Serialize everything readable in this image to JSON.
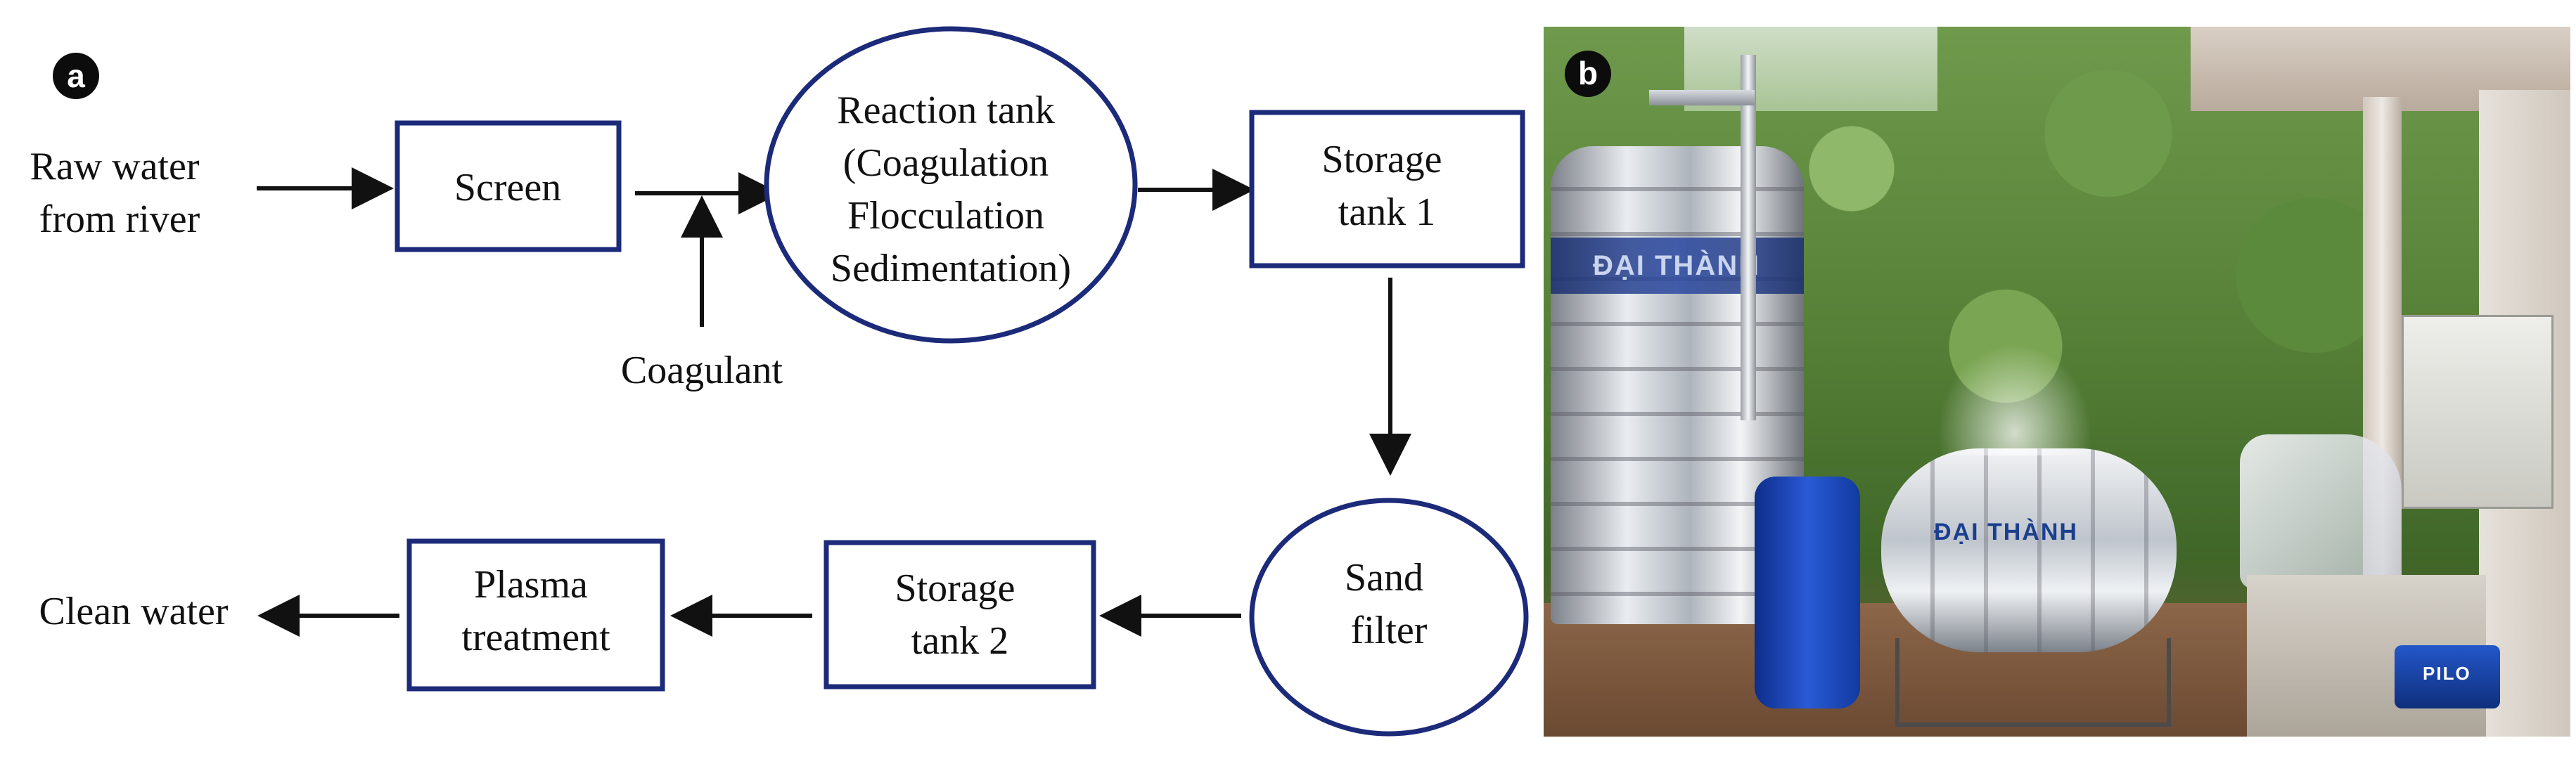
{
  "panel_a": {
    "letter": "a",
    "nodes": {
      "raw_water": [
        "Raw water",
        "from river"
      ],
      "screen": [
        "Screen"
      ],
      "reaction_tank": [
        "Reaction tank",
        "(Coagulation",
        "Flocculation",
        "Sedimentation)"
      ],
      "storage_tank_1": [
        "Storage",
        "tank 1"
      ],
      "coagulant": [
        "Coagulant"
      ],
      "sand_filter": [
        "Sand",
        "filter"
      ],
      "storage_tank_2": [
        "Storage",
        "tank 2"
      ],
      "plasma_treatment": [
        "Plasma",
        "treatment"
      ],
      "clean_water": [
        "Clean water"
      ]
    },
    "edges": [
      [
        "raw_water",
        "screen"
      ],
      [
        "screen",
        "reaction_tank"
      ],
      [
        "coagulant",
        "screen-reaction-line"
      ],
      [
        "reaction_tank",
        "storage_tank_1"
      ],
      [
        "storage_tank_1",
        "sand_filter"
      ],
      [
        "sand_filter",
        "storage_tank_2"
      ],
      [
        "storage_tank_2",
        "plasma_treatment"
      ],
      [
        "plasma_treatment",
        "clean_water"
      ]
    ],
    "colors": {
      "node_border": "#1c2a7a",
      "arrow": "#111111",
      "text": "#111111"
    }
  },
  "panel_b": {
    "letter": "b",
    "photo_text": {
      "tank_brand": "ĐẠI THÀNH",
      "pump_brand": "PILO"
    }
  }
}
